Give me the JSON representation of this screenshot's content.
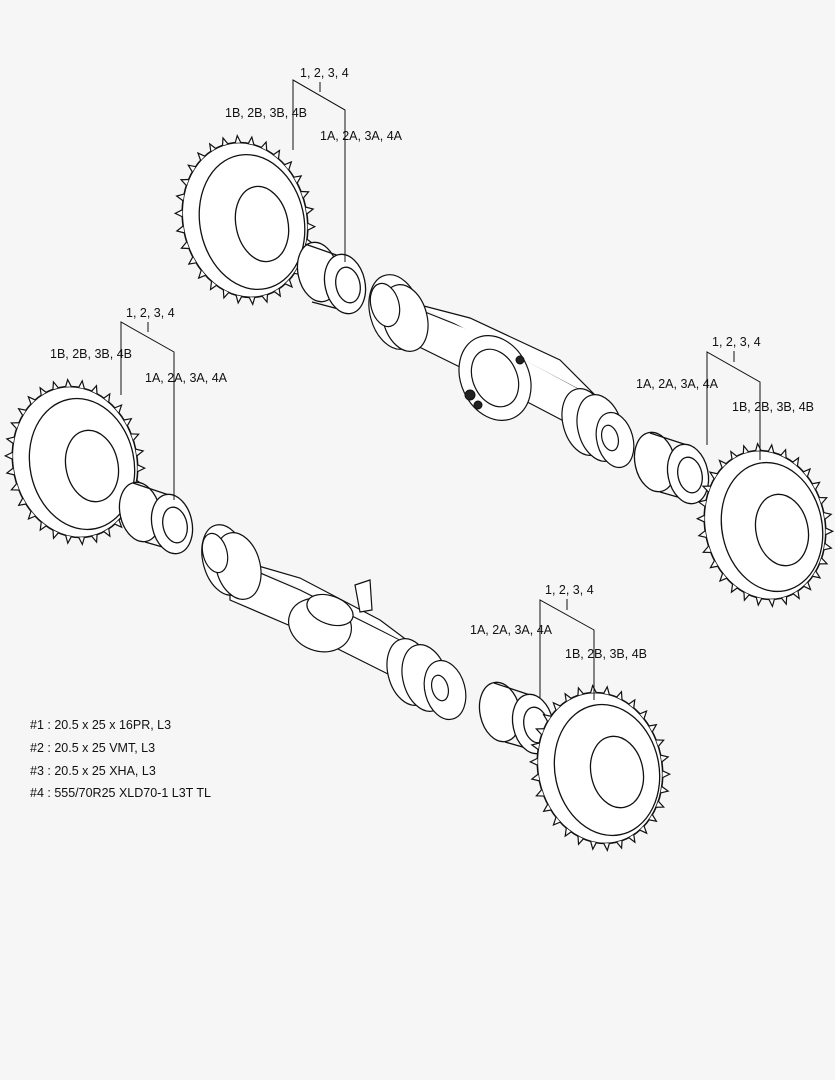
{
  "callouts": {
    "upper_left": {
      "group": "1, 2, 3, 4",
      "tire": "1B, 2B, 3B, 4B",
      "rim": "1A, 2A, 3A, 4A"
    },
    "upper_right": {
      "group": "1, 2, 3, 4",
      "rim": "1A, 2A, 3A, 4A",
      "tire": "1B, 2B, 3B, 4B"
    },
    "lower_left": {
      "group": "1, 2, 3, 4",
      "tire": "1B, 2B, 3B, 4B",
      "rim": "1A, 2A, 3A, 4A"
    },
    "lower_right": {
      "group": "1, 2, 3, 4",
      "rim": "1A, 2A, 3A, 4A",
      "tire": "1B, 2B, 3B, 4B"
    }
  },
  "legend": [
    "#1 : 20.5 x 25 x 16PR, L3",
    "#2 : 20.5 x 25  VMT, L3",
    "#3 : 20.5 x 25  XHA, L3",
    "#4 : 555/70R25 XLD70-1 L3T TL"
  ]
}
